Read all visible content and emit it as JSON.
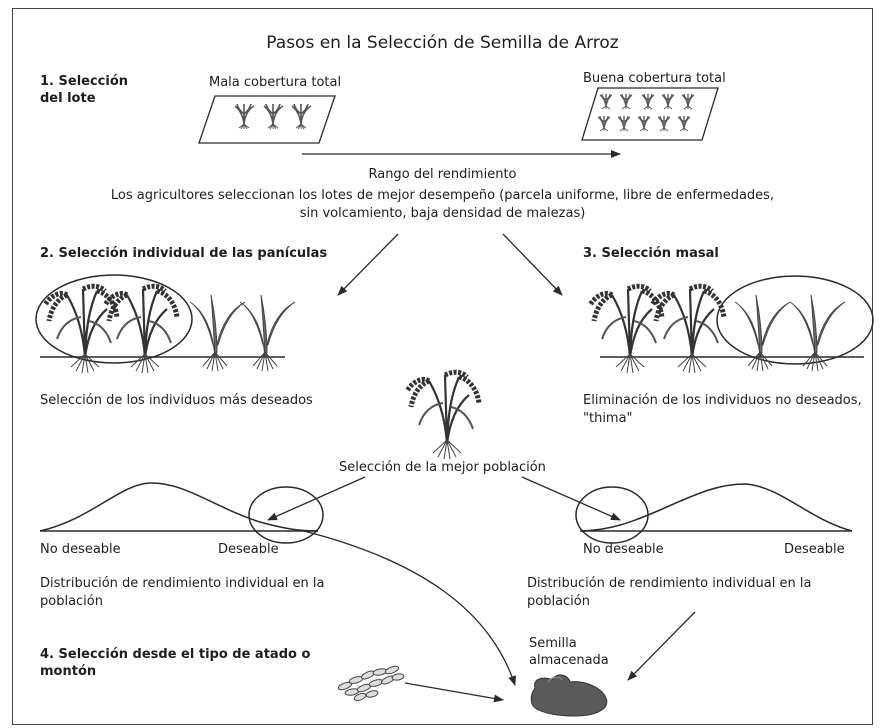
{
  "title": "Pasos en la Selección de Semilla de Arroz",
  "step1": {
    "label_line1": "1. Selección",
    "label_line2": "del lote"
  },
  "plots": {
    "bad": "Mala cobertura total",
    "good": "Buena cobertura total"
  },
  "yield_range": "Rango del rendimiento",
  "farmers_text": {
    "line1": "Los agricultores seleccionan los lotes de mejor desempeño (parcela uniforme, libre de enfermedades,",
    "line2": "sin volcamiento, baja densidad de malezas)"
  },
  "step2": {
    "label": "2. Selección individual de las panículas",
    "caption": "Selección de los individuos más deseados"
  },
  "step3": {
    "label": "3. Selección masal",
    "caption_line1": "Eliminación de los individuos no deseados,",
    "caption_line2": "\"thima\""
  },
  "best_population": "Selección de la mejor población",
  "left_curve": {
    "low": "No deseable",
    "high": "Deseable",
    "caption_line1": "Distribución de rendimiento individual en la",
    "caption_line2": "población"
  },
  "right_curve": {
    "low": "No deseable",
    "high": "Deseable",
    "caption_line1": "Distribución de rendimiento individual en la",
    "caption_line2": "población"
  },
  "step4": {
    "label_line1": "4. Selección desde el tipo de atado o",
    "label_line2": "montón"
  },
  "stored_seed": {
    "line1": "Semilla",
    "line2": "almacenada"
  },
  "colors": {
    "ink": "#1e1e1e",
    "line": "#2a2a2a",
    "plant": "#555555",
    "seed_bag": "#5a5a5a",
    "frame": "#444444"
  }
}
